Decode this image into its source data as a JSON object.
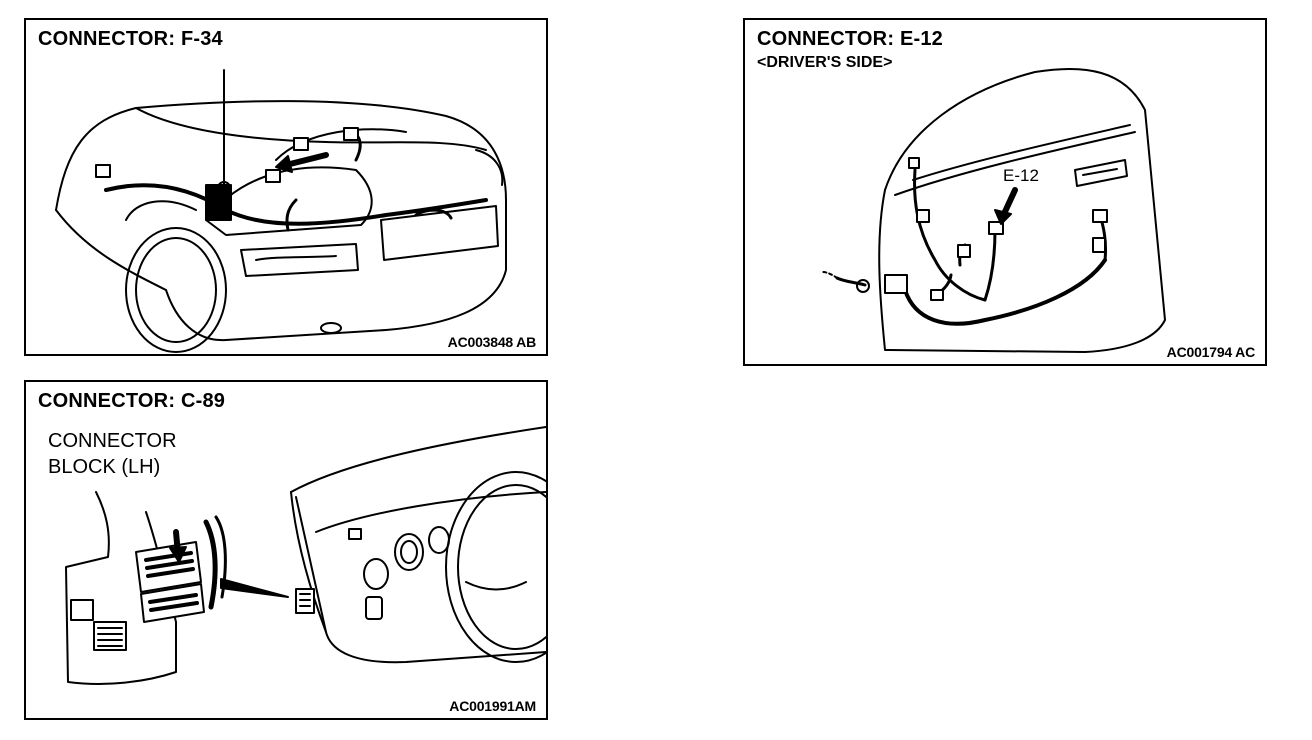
{
  "panels": {
    "f34": {
      "title": "CONNECTOR: F-34",
      "code": "AC003848 AB"
    },
    "e12": {
      "title": "CONNECTOR: E-12",
      "subtitle": "<DRIVER'S SIDE>",
      "callout": "E-12",
      "code": "AC001794 AC"
    },
    "c89": {
      "title": "CONNECTOR: C-89",
      "callout": "CONNECTOR\nBLOCK (LH)",
      "code": "AC001991AM"
    }
  },
  "colors": {
    "ink": "#000000",
    "paper": "#ffffff"
  }
}
